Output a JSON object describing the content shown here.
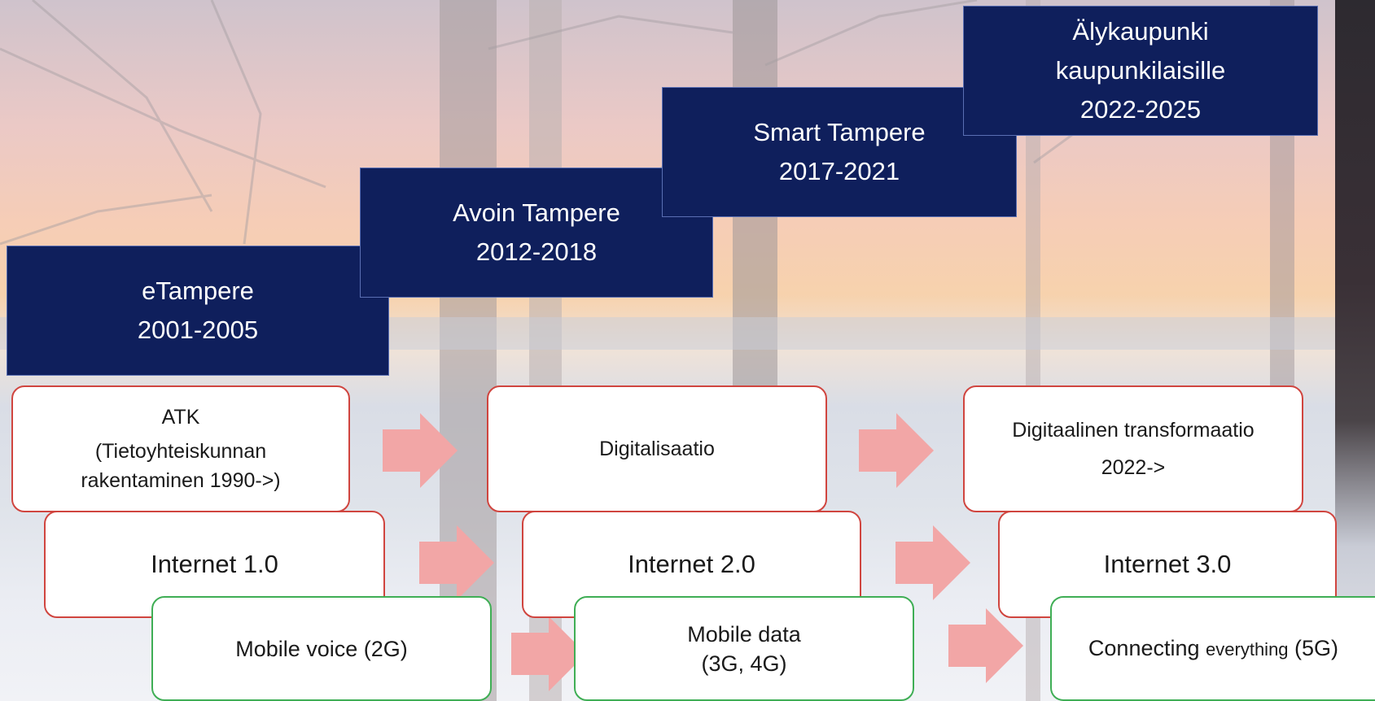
{
  "eras": [
    {
      "name": "eTampere",
      "years": "2001-2005"
    },
    {
      "name": "Avoin Tampere",
      "years": "2012-2018"
    },
    {
      "name": "Smart Tampere",
      "years": "2017-2021"
    },
    {
      "name": "Älykaupunki",
      "name2": "kaupunkilaisille",
      "years": "2022-2025"
    }
  ],
  "digital": [
    {
      "line1": "ATK",
      "line2": "(Tietoyhteiskunnan",
      "line3": "rakentaminen 1990->)"
    },
    {
      "line1": "Digitalisaatio"
    },
    {
      "line1": "Digitaalinen transformaatio",
      "line2": "2022->"
    }
  ],
  "internet": [
    {
      "label": "Internet 1.0"
    },
    {
      "label": "Internet 2.0"
    },
    {
      "label": "Internet 3.0"
    }
  ],
  "mobile": [
    {
      "label": "Mobile voice (2G)"
    },
    {
      "line1": "Mobile data",
      "line2": "(3G, 4G)"
    },
    {
      "part1": "Connecting ",
      "part2": "everything",
      "part3": " (5G)"
    }
  ],
  "colors": {
    "era_fill": "#0f1f5c",
    "arrow": "#f2a6a6",
    "digital_border": "#d0453f",
    "mobile_border": "#3fae55"
  }
}
